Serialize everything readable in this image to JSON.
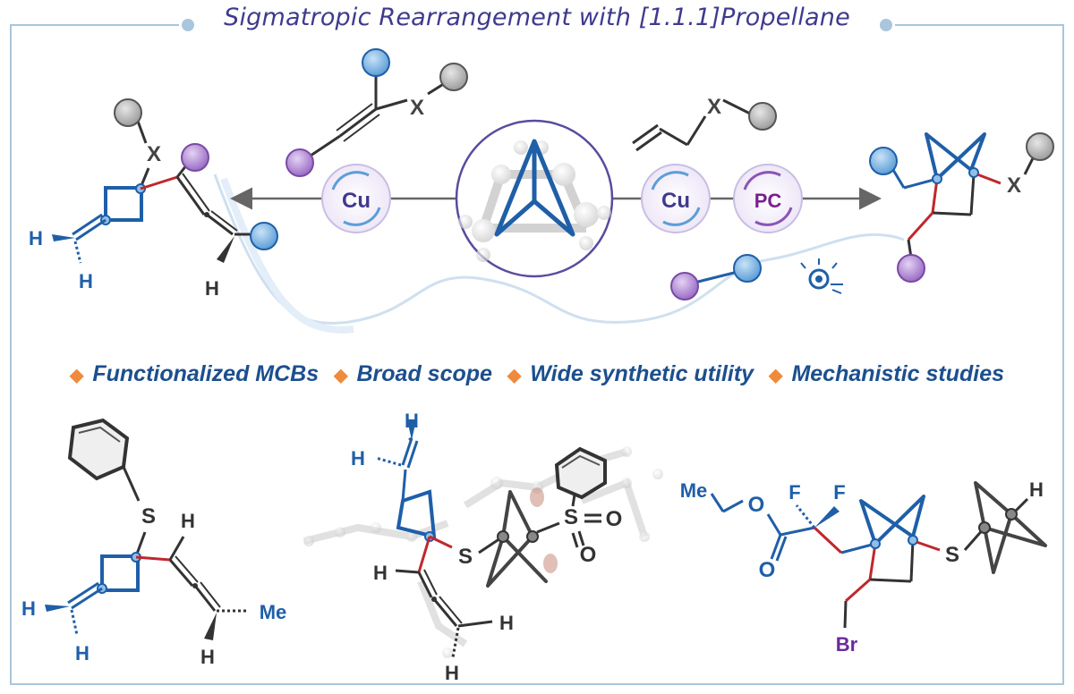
{
  "title": "Sigmatropic Rearrangement with [1.1.1]Propellane",
  "catalysts": {
    "left": "Cu",
    "right_cu": "Cu",
    "right_pc": "PC"
  },
  "reagents": {
    "propargyl_x": "X",
    "allyl_x": "X"
  },
  "product_left": {
    "x": "X",
    "h_top": "H",
    "h_bottom": "H",
    "h_allene": "H"
  },
  "product_right": {
    "x": "X"
  },
  "features": [
    "Functionalized MCBs",
    "Broad scope",
    "Wide synthetic utility",
    "Mechanistic studies"
  ],
  "example1": {
    "s": "S",
    "h1": "H",
    "h2": "H",
    "h3": "H",
    "me": "Me"
  },
  "example2": {
    "h_top": "H",
    "h_left": "H",
    "s": "S",
    "so2_s": "S",
    "o1": "O",
    "o2": "O",
    "h_mid": "H",
    "h_right": "H",
    "h_bottom": "H"
  },
  "example3": {
    "me": "Me",
    "o_ester": "O",
    "o_carbonyl": "O",
    "f1": "F",
    "f2": "F",
    "s": "S",
    "h": "H",
    "br": "Br"
  },
  "colors": {
    "title": "#3f3a8e",
    "blue": "#1f5fa8",
    "red": "#c0272d",
    "purple": "#8a55b5",
    "gray": "#555555",
    "bullet": "#f08a3c",
    "frame": "#a9c6dc"
  }
}
